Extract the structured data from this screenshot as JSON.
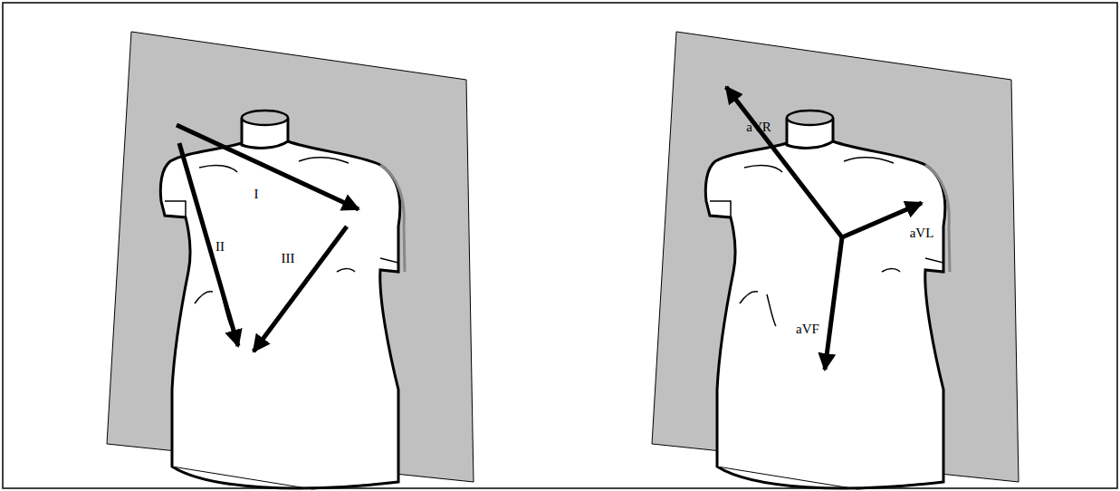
{
  "diagram": {
    "labels": [
      "I",
      "II",
      "III",
      "aVR",
      "aVL",
      "aVF"
    ]
  }
}
